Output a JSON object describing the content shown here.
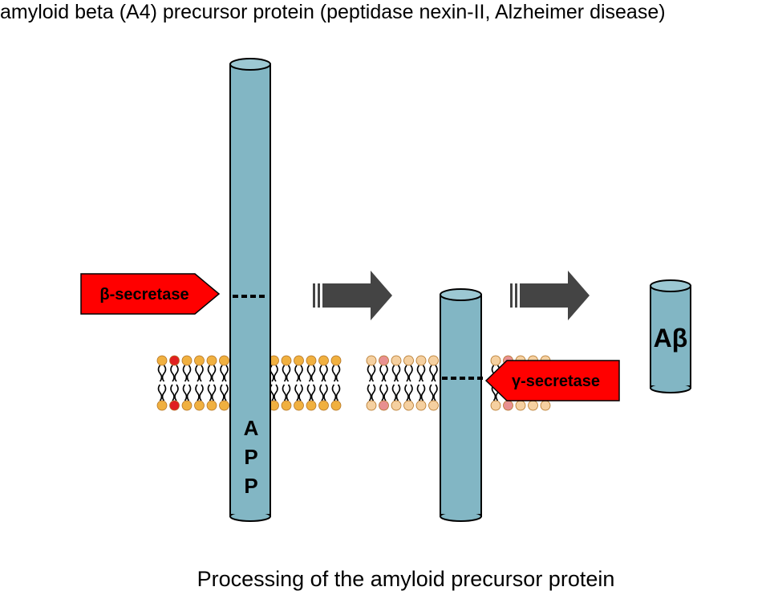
{
  "header": {
    "title": "amyloid beta (A4) precursor protein (peptidase nexin-II, Alzheimer disease)"
  },
  "diagram": {
    "beta_secretase_label": "β-secretase",
    "gamma_secretase_label": "γ-secretase",
    "app_letters": [
      "A",
      "P",
      "P"
    ],
    "abeta_label": "Aβ",
    "colors": {
      "cylinder": "#82b6c4",
      "cylinder_top": "#9cc8d3",
      "enzyme": "#ff0000",
      "arrow": "#444444",
      "lipid_head": "#f0b040",
      "lipid_head_red": "#e02020",
      "lipid_head_pale": "#f5d0a0",
      "lipid_head_pink": "#e89090"
    }
  },
  "footer": {
    "caption": "Processing of the amyloid precursor protein"
  }
}
